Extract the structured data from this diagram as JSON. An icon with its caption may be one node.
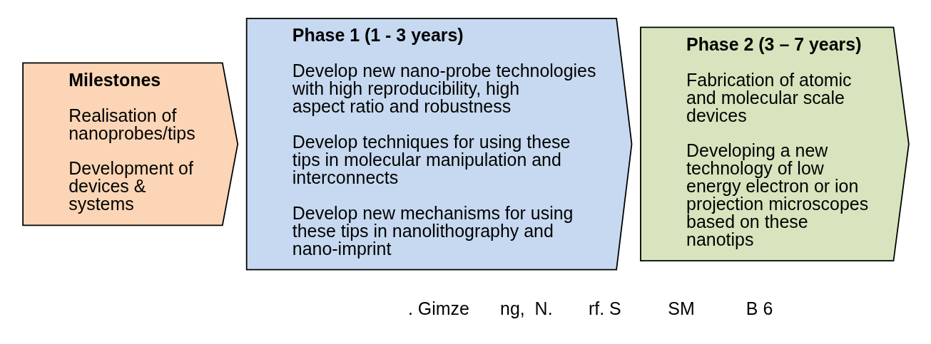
{
  "diagram": {
    "nodes": [
      {
        "text": [
          "Milestones",
          "Realisation of nanoprobes/tips",
          "Development of devices & systems"
        ]
      },
      {
        "text": [
          "Phase 1 (1 - 3 years)",
          "Develop new nano-probe technologies with high reproducibility, high aspect ratio and robustness",
          "Develop techniques for using these tips in molecular manipulation and interconnects",
          "Develop new mechanisms for using these tips in nanolithography and nano-imprint"
        ]
      },
      {
        "text": [
          "Phase 2 (3 – 7 years)",
          "Fabrication of atomic and molecular scale devices",
          "Developing a new technology of low energy electron or ion projection microscopes based on these nanotips"
        ]
      }
    ],
    "labels": [
      ". Gimze",
      "ng,  N.",
      "rf. S",
      "SM",
      "B 6"
    ]
  }
}
